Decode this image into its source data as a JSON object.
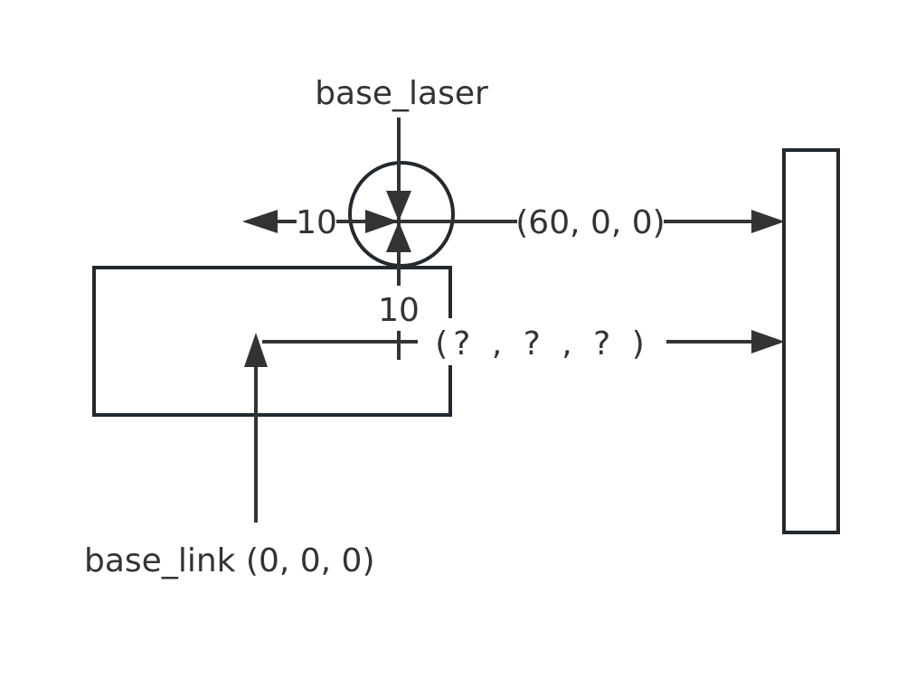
{
  "diagram": {
    "title": "TF frame offset diagram",
    "nodes": {
      "base_laser": {
        "label": "base_laser"
      },
      "base_link": {
        "label": "base_link (0, 0, 0)"
      },
      "obstacle": {
        "label": ""
      }
    },
    "annotations": {
      "laser_offset_x": "10",
      "laser_offset_z": "10",
      "laser_measurement": "(60, 0, 0)",
      "base_measurement": "(? , ? , ? )"
    },
    "colors": {
      "outline": "#222a30",
      "arrow": "#333333",
      "text": "#333333",
      "background": "#ffffff"
    }
  }
}
